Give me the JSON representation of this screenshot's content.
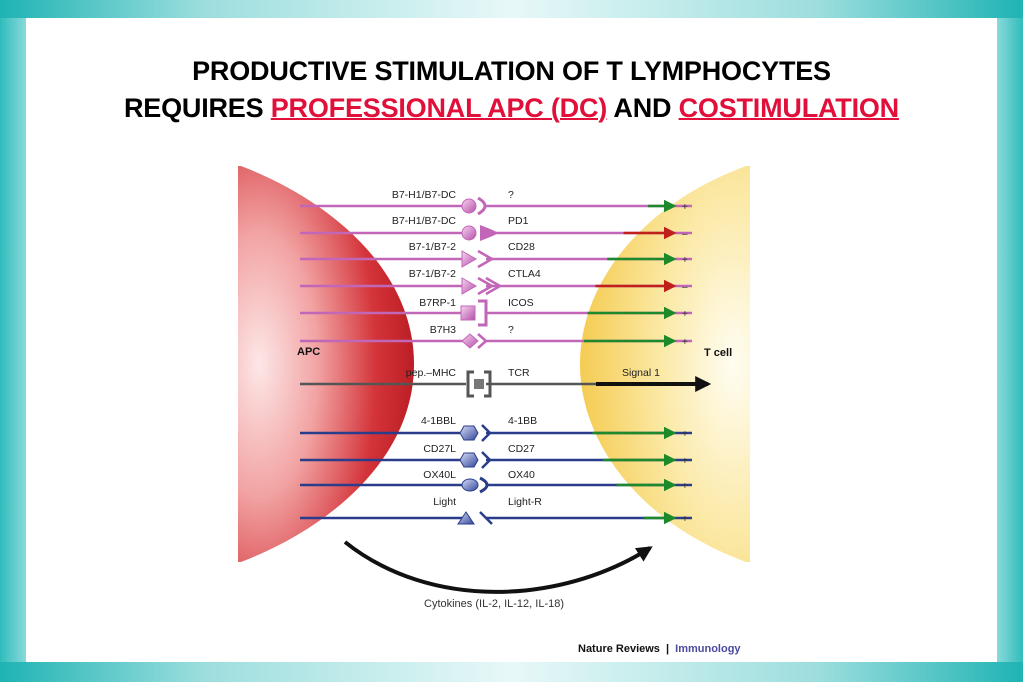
{
  "title": {
    "line1": "PRODUCTIVE STIMULATION OF T LYMPHOCYTES",
    "line2_prefix": "REQUIRES",
    "line2_highlight1": "PROFESSIONAL APC (DC)",
    "line2_middle": "AND",
    "line2_highlight2": "COSTIMULATION"
  },
  "diagram": {
    "apc_label": "APC",
    "tcell_label": "T cell",
    "signal_label": "Signal 1",
    "cytokines_label": "Cytokines (IL-2, IL-12, IL-18)",
    "credit_brand": "Nature Reviews",
    "credit_sep": "|",
    "credit_journal": "Immunology",
    "rows": [
      {
        "ligand": "B7-H1/B7-DC",
        "receptor": "?",
        "sign": "+",
        "family": "b7"
      },
      {
        "ligand": "B7-H1/B7-DC",
        "receptor": "PD1",
        "sign": "–",
        "family": "b7"
      },
      {
        "ligand": "B7-1/B7-2",
        "receptor": "CD28",
        "sign": "+",
        "family": "b7"
      },
      {
        "ligand": "B7-1/B7-2",
        "receptor": "CTLA4",
        "sign": "–",
        "family": "b7"
      },
      {
        "ligand": "B7RP-1",
        "receptor": "ICOS",
        "sign": "+",
        "family": "b7"
      },
      {
        "ligand": "B7H3",
        "receptor": "?",
        "sign": "+",
        "family": "b7"
      },
      {
        "ligand": "pep.–MHC",
        "receptor": "TCR",
        "sign": "",
        "family": "tcr"
      },
      {
        "ligand": "4-1BBL",
        "receptor": "4-1BB",
        "sign": "+",
        "family": "tnf"
      },
      {
        "ligand": "CD27L",
        "receptor": "CD27",
        "sign": "+",
        "family": "tnf"
      },
      {
        "ligand": "OX40L",
        "receptor": "OX40",
        "sign": "+",
        "family": "tnf"
      },
      {
        "ligand": "Light",
        "receptor": "Light-R",
        "sign": "+",
        "family": "tnf"
      }
    ]
  },
  "colors": {
    "highlight": "#e0103a",
    "b7_family": "#c266b8",
    "tnf_family": "#2a3d8a",
    "tcr": "#555555",
    "positive": "#1c8a2a",
    "negative": "#c0201c",
    "apc": "#c21f25",
    "tcell": "#f7d66a"
  }
}
